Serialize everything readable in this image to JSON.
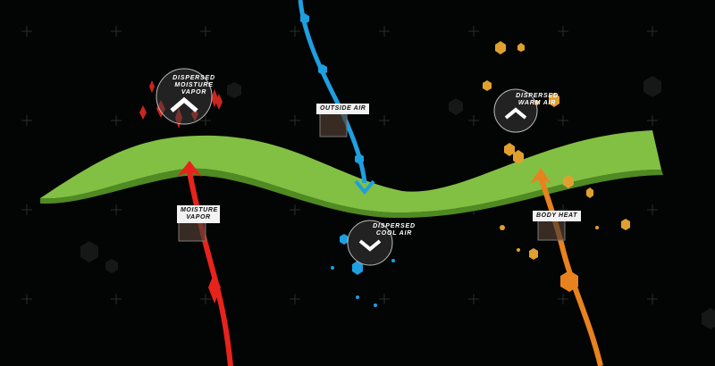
{
  "labels": {
    "dispersed_moisture_vapor": "DISPERSED MOISTURE VAPOR",
    "outside_air": "OUTSIDE AIR",
    "dispersed_warm_air": "DISPERSED WARM AIR",
    "moisture_vapor": "MOISTURE VAPOR",
    "dispersed_cool_air": "DISPERSED COOL AIR",
    "body_heat": "BODY HEAT"
  },
  "colors": {
    "membrane": "#7dbb3c",
    "moisture": "#e8231c",
    "cool_air": "#1e9fe0",
    "body_heat": "#e8821e",
    "warm_particles": "#e0a030"
  }
}
